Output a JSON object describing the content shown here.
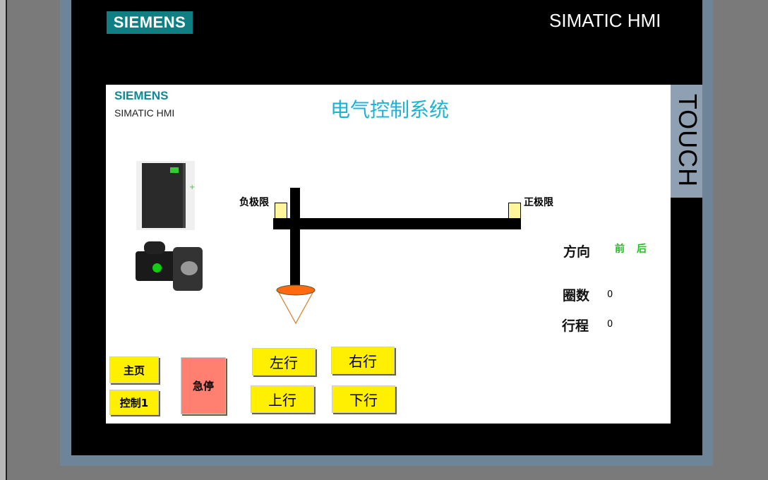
{
  "bezel": {
    "logo": "SIEMENS",
    "brand": "SIMATIC HMI",
    "touch": "TOUCH"
  },
  "screen": {
    "logo": "SIEMENS",
    "subtitle": "SIMATIC HMI",
    "title": "电气控制系统",
    "neg_limit": "负极限",
    "pos_limit": "正极限",
    "direction_label": "方向",
    "dir_forward": "前",
    "dir_back": "后",
    "turns_label": "圈数",
    "turns_value": "0",
    "travel_label": "行程",
    "travel_value": "0",
    "buttons": {
      "home": "主页",
      "control1": "控制1",
      "estop": "急停",
      "left": "左行",
      "right": "右行",
      "up": "上行",
      "down": "下行"
    },
    "colors": {
      "button": "#ffef00",
      "estop": "#ff8070",
      "status_green": "#22bb22",
      "title": "#1ab3d8"
    }
  }
}
